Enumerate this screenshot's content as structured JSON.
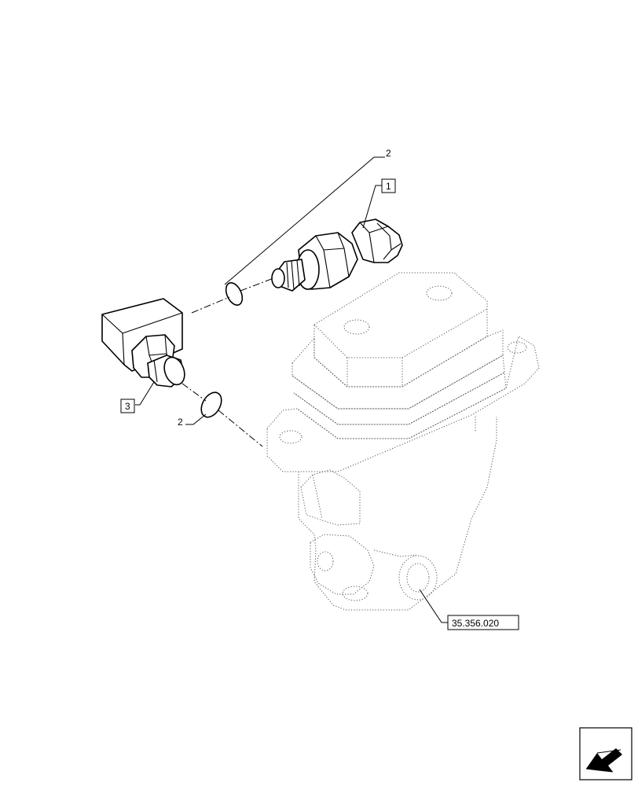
{
  "callouts": {
    "item1": "1",
    "item2_upper": "2",
    "item2_lower": "2",
    "item3": "3",
    "reference": "35.356.020"
  },
  "icons": {
    "navigation": "arrow-icon"
  }
}
